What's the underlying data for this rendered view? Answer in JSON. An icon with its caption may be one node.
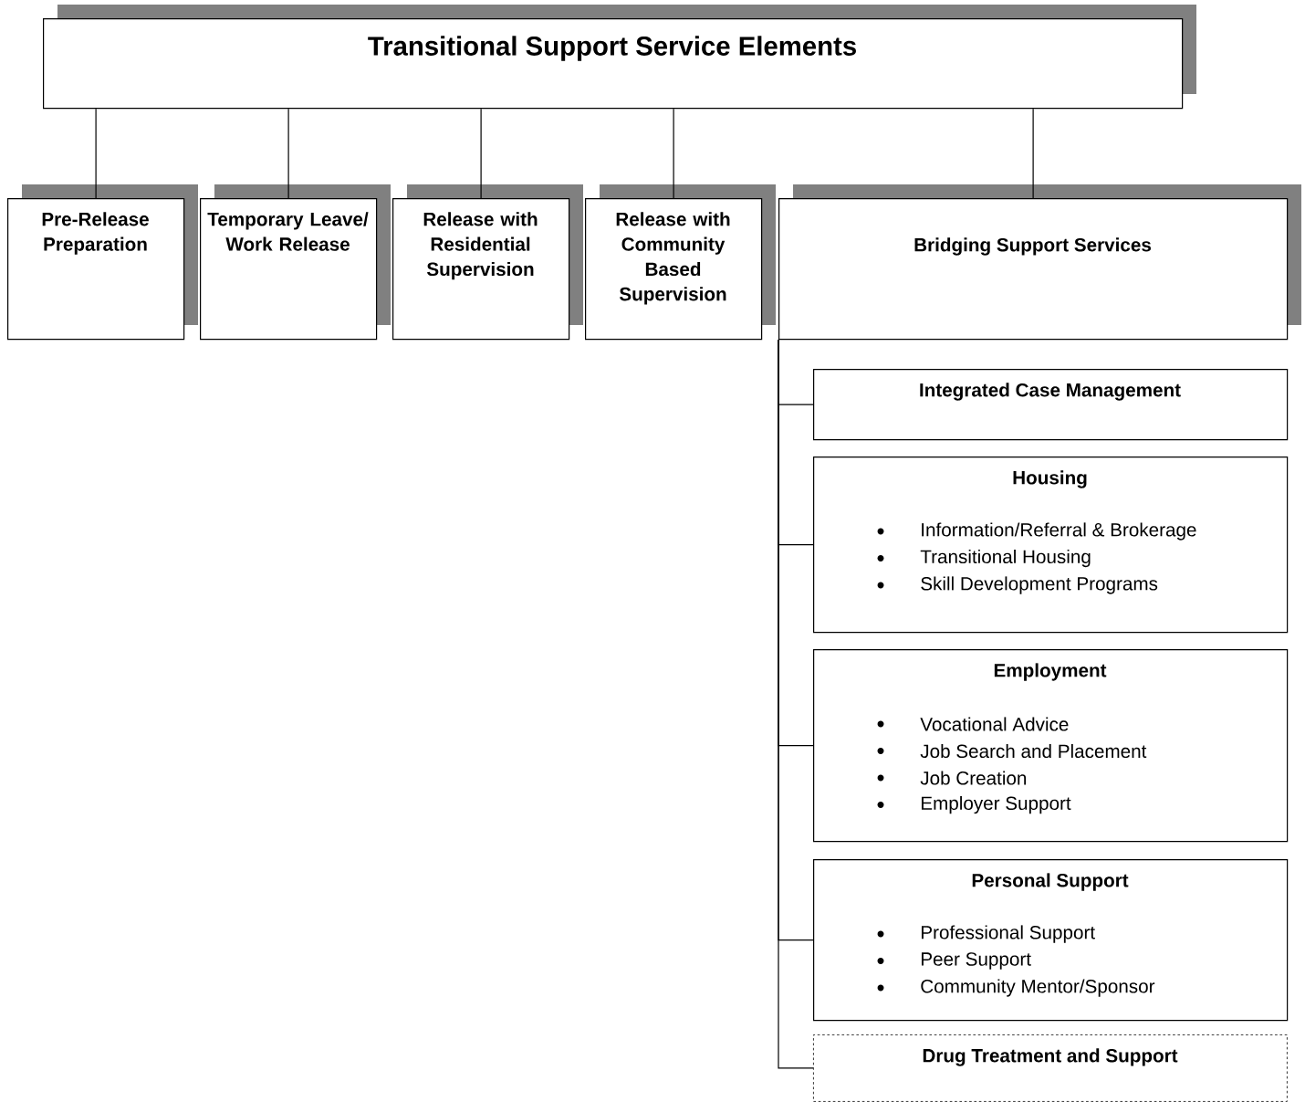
{
  "diagram": {
    "nodes": [
      {
        "text": [
          "Transitional Support Service Elements"
        ]
      },
      {
        "text": [
          "Pre-Release Preparation"
        ]
      },
      {
        "text": [
          "Temporary Leave/ Work Release"
        ]
      },
      {
        "text": [
          "Release with Residential Supervision"
        ]
      },
      {
        "text": [
          "Release with Community Based Supervision"
        ]
      },
      {
        "text": [
          "Bridging Support Services"
        ]
      },
      {
        "text": [
          "Integrated Case Management"
        ]
      },
      {
        "text": [
          "Housing",
          "Information/Referral & Brokerage",
          "Transitional Housing",
          "Skill Development Programs"
        ]
      },
      {
        "text": [
          "Employment",
          "Vocational Advice",
          "Job Search and Placement",
          "Job Creation",
          "Employer Support"
        ]
      },
      {
        "text": [
          "Personal Support",
          "Professional Support",
          "Peer Support",
          "Community Mentor/Sponsor"
        ]
      },
      {
        "text": [
          "Drug Treatment and Support"
        ]
      }
    ],
    "edges": [
      {
        "from": 0,
        "to": 1,
        "arrow": "none"
      },
      {
        "from": 0,
        "to": 2,
        "arrow": "none"
      },
      {
        "from": 0,
        "to": 3,
        "arrow": "none"
      },
      {
        "from": 0,
        "to": 4,
        "arrow": "none"
      },
      {
        "from": 0,
        "to": 5,
        "arrow": "none"
      },
      {
        "from": 5,
        "to": 6,
        "arrow": "none"
      },
      {
        "from": 5,
        "to": 7,
        "arrow": "none"
      },
      {
        "from": 5,
        "to": 8,
        "arrow": "none"
      },
      {
        "from": 5,
        "to": 9,
        "arrow": "none"
      },
      {
        "from": 5,
        "to": 10,
        "arrow": "none"
      }
    ]
  }
}
